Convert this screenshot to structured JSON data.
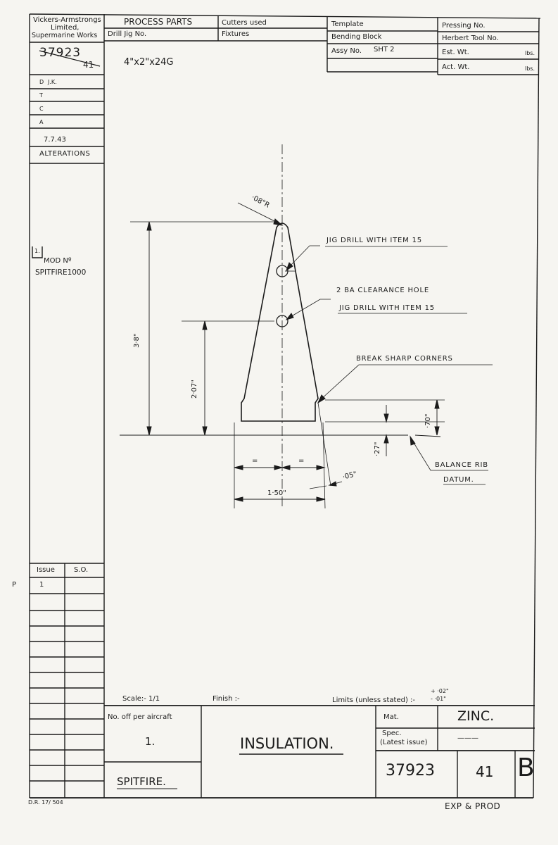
{
  "title_block": {
    "company": {
      "line1": "Vickers-Armstrongs",
      "line2": "Limited,",
      "line3": "Supermarine Works"
    },
    "process_parts": "PROCESS PARTS",
    "drill_jig": "Drill Jig No.",
    "cutters_used": "Cutters used",
    "fixtures": "Fixtures",
    "template": "Template",
    "bending_block": "Bending Block",
    "assy_no_label": "Assy No.",
    "assy_no_value": "SHT 2",
    "pressing_no": "Pressing No.",
    "herbert_tool_no": "Herbert Tool No.",
    "est_wt": "Est. Wt.",
    "act_wt": "Act. Wt.",
    "lbs": "lbs."
  },
  "left_column": {
    "drawing_no_top": "37923",
    "drawing_no_bottom": "41",
    "material_size": "4\"x2\"x24G",
    "d_label": "D",
    "d_value": "J.K.",
    "t_label": "T",
    "c_label": "C",
    "a_label": "A",
    "date": "7.7.43",
    "alterations": "ALTERATIONS",
    "mod_number": "1.",
    "mod_label": "MOD Nº",
    "mod_value": "SPITFIRE1000",
    "issue_header": "Issue",
    "so_header": "S.O.",
    "issue_first": "1",
    "margin_mark": "P"
  },
  "drawing": {
    "radius": "·08\"R",
    "note_jig_drill_1": "JIG DRILL WITH ITEM 15",
    "note_clearance": "2 BA CLEARANCE  HOLE",
    "note_jig_drill_2": "JIG DRILL WITH ITEM 15",
    "note_break_corners": "BREAK  SHARP CORNERS",
    "dim_height": "3·8\"",
    "dim_hole": "2·07\"",
    "dim_70": "·70\"",
    "dim_27": "·27\"",
    "dim_width": "1·50\"",
    "dim_05": "·05\"",
    "eq_left": "=",
    "eq_right": "=",
    "datum_line1": "BALANCE RIB",
    "datum_line2": "DATUM."
  },
  "footer": {
    "scale": "Scale:- 1/1",
    "finish": "Finish :-",
    "limits": "Limits (unless stated) :-",
    "limits_plus": "+ ·02\"",
    "limits_minus": "- ·01\"",
    "no_off": "No. off per aircraft",
    "no_off_value": "1.",
    "aircraft": "SPITFIRE.",
    "part_name": "INSULATION.",
    "mat_label": "Mat.",
    "mat_value": "ZINC.",
    "spec_label1": "Spec.",
    "spec_label2": "(Latest issue)",
    "spec_value": "———",
    "drawing_no": "37923",
    "sheet": "41",
    "issue_letter": "B",
    "form_ref": "D.R. 17/ 504",
    "exp_prod": "EXP & PROD"
  }
}
